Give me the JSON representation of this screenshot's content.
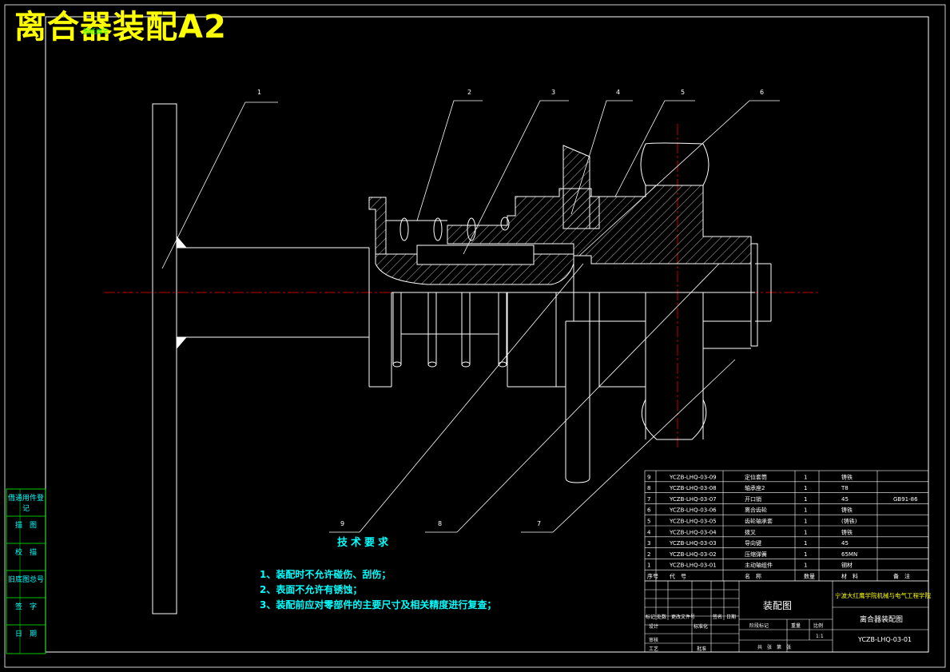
{
  "title": "离合器装配A2",
  "stamp": "图纸编号",
  "balloons": [
    "1",
    "2",
    "3",
    "4",
    "5",
    "6",
    "7",
    "8",
    "9"
  ],
  "side_labels": [
    "借通用件登记",
    "描　图",
    "校　描",
    "旧底图总号",
    "签　字",
    "日　期"
  ],
  "notes": {
    "heading": "技术要求",
    "items": [
      "1、装配时不允许碰伤、刮伤；",
      "2、表面不允许有锈蚀；",
      "3、装配前应对零部件的主要尺寸及相关精度进行复查；"
    ]
  },
  "bom": {
    "rows": [
      {
        "no": "9",
        "code": "YCZB-LHQ-03-09",
        "name": "定位套筒",
        "qty": "1",
        "material": "铸铁",
        "remark": ""
      },
      {
        "no": "8",
        "code": "YCZB-LHQ-03-08",
        "name": "轴承座2",
        "qty": "1",
        "material": "T8",
        "remark": ""
      },
      {
        "no": "7",
        "code": "YCZB-LHQ-03-07",
        "name": "开口销",
        "qty": "1",
        "material": "45",
        "remark": "GB91-86"
      },
      {
        "no": "6",
        "code": "YCZB-LHQ-03-06",
        "name": "离合齿轮",
        "qty": "1",
        "material": "铸铁",
        "remark": ""
      },
      {
        "no": "5",
        "code": "YCZB-LHQ-03-05",
        "name": "齿轮轴承套",
        "qty": "1",
        "material": "(铸铁)",
        "remark": ""
      },
      {
        "no": "4",
        "code": "YCZB-LHQ-03-04",
        "name": "拨叉",
        "qty": "1",
        "material": "铸铁",
        "remark": ""
      },
      {
        "no": "3",
        "code": "YCZB-LHQ-03-03",
        "name": "导向键",
        "qty": "1",
        "material": "45",
        "remark": ""
      },
      {
        "no": "2",
        "code": "YCZB-LHQ-03-02",
        "name": "压缩弹簧",
        "qty": "1",
        "material": "65MN",
        "remark": ""
      },
      {
        "no": "1",
        "code": "YCZB-LHQ-03-01",
        "name": "主动轴组件",
        "qty": "1",
        "material": "钢材",
        "remark": ""
      }
    ],
    "header": {
      "no": "序号",
      "code": "代　号",
      "name": "名　称",
      "qty": "数量",
      "material": "材　料",
      "remark": "备　注"
    }
  },
  "titleblock": {
    "drawing_type": "装配图",
    "school": "宁波大红鹰学院机械与电气工程学院",
    "drawing_name": "离合器装配图",
    "drawing_code": "YCZB-LHQ-03-01",
    "labels": {
      "design": "设计",
      "standard": "标准化",
      "review": "审核",
      "process": "工艺",
      "approve": "批准",
      "stage": "阶段标记",
      "weight": "重量",
      "scale": "比例",
      "scale_value": "1:1",
      "sheet": "共　张　第　张",
      "mark": "标记",
      "count": "处数",
      "change_doc": "更改文件号",
      "signature": "签名",
      "date": "日期"
    }
  },
  "colors": {
    "background": "#000000",
    "outline": "#ffffff",
    "hatch": "#ffffff",
    "centerline": "#ff0000",
    "title": "#ffff00",
    "notes": "#00ffff",
    "frame": "#00ff00"
  }
}
